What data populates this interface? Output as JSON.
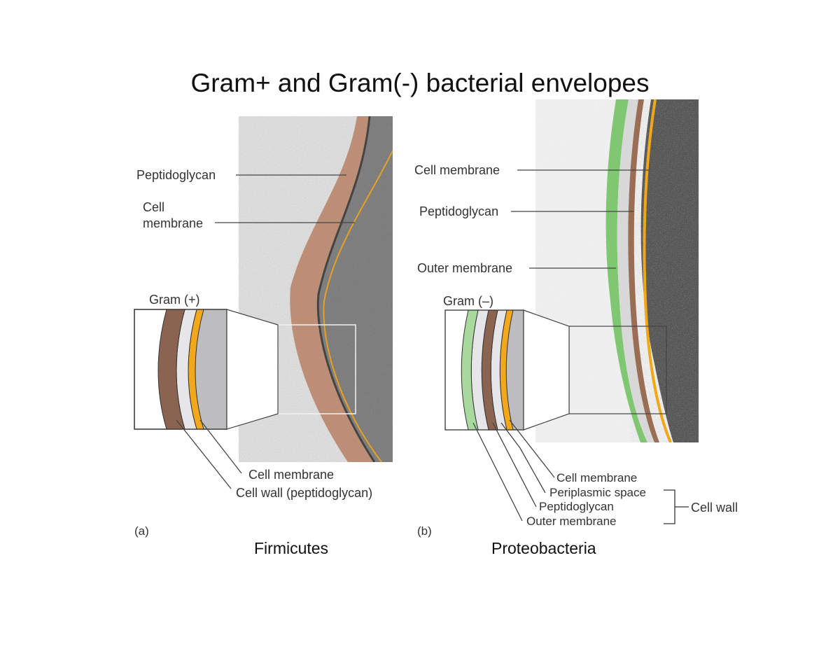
{
  "title": "Gram+ and Gram(-) bacterial envelopes",
  "panel_a": {
    "letter": "(a)",
    "caption": "Firmicutes",
    "schematic_label": "Gram (+)",
    "micrograph_labels": {
      "peptidoglycan": "Peptidoglycan",
      "cell_membrane_line1": "Cell",
      "cell_membrane_line2": "membrane"
    },
    "schematic_labels": {
      "cell_membrane": "Cell membrane",
      "cell_wall": "Cell wall (peptidoglycan)"
    }
  },
  "panel_b": {
    "letter": "(b)",
    "caption": "Proteobacteria",
    "schematic_label": "Gram (–)",
    "micrograph_labels": {
      "cell_membrane": "Cell membrane",
      "peptidoglycan": "Peptidoglycan",
      "outer_membrane": "Outer membrane"
    },
    "schematic_labels": {
      "cell_membrane": "Cell membrane",
      "periplasmic_space": "Periplasmic space",
      "peptidoglycan": "Peptidoglycan",
      "outer_membrane": "Outer membrane",
      "cell_wall": "Cell wall"
    }
  },
  "colors": {
    "peptidoglycan": "#8a6450",
    "cell_membrane": "#f0a818",
    "outer_membrane": "#9ed394",
    "periplasm": "#e6e6e8",
    "cytoplasm": "#bfbfc2"
  }
}
